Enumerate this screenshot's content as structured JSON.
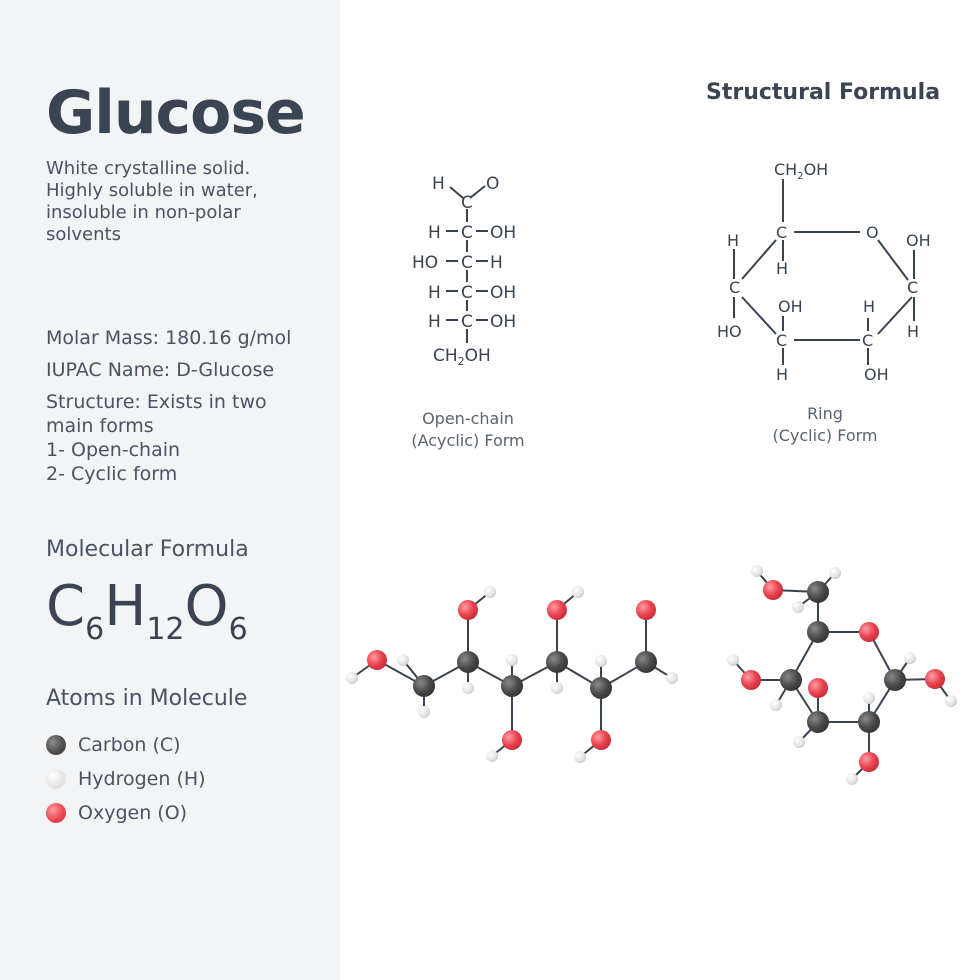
{
  "sidebar": {
    "title": "Glucose",
    "description": [
      "White crystalline solid.",
      "Highly soluble in water,",
      "insoluble in non-polar",
      "solvents"
    ],
    "facts": [
      "Molar Mass: 180.16 g/mol",
      "IUPAC Name: D-Glucose",
      "Structure: Exists in two",
      "main forms",
      "1- Open-chain",
      "2- Cyclic form"
    ],
    "molecular_formula_label": "Molecular Formula",
    "formula": {
      "c": "C",
      "c_n": "6",
      "h": "H",
      "h_n": "12",
      "o": "O",
      "o_n": "6"
    },
    "atoms_label": "Atoms in Molecule",
    "atoms": [
      {
        "label": "Carbon (C)",
        "color": "#4a4a4a"
      },
      {
        "label": "Hydrogen (H)",
        "color": "#e3e3e3"
      },
      {
        "label": "Oxygen (O)",
        "color": "#e8414d"
      }
    ]
  },
  "structural": {
    "title": "Structural Formula",
    "open_caption": [
      "Open-chain",
      "(Acyclic) Form"
    ],
    "ring_caption": [
      "Ring",
      "(Cyclic) Form"
    ]
  },
  "colors": {
    "carbon": "#4a4a4a",
    "hydrogen": "#e3e3e3",
    "oxygen": "#e8414d",
    "bond": "#3a4350"
  }
}
